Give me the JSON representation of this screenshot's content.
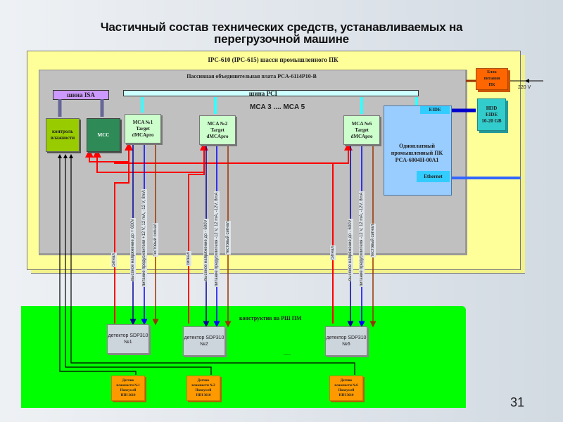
{
  "title": {
    "line1": "Частичный состав технических средств, устанавливаемых на",
    "line2": "перегрузочной машине"
  },
  "chassis": {
    "title": "IPC-610 (IPC-615) шасси промышленного ПК",
    "backplane_title": "Пассивная объединительная плата PCA-6114P10-B",
    "isa_bus": "шина ISA",
    "pci_bus": "шина PCI",
    "mca_range": "MCA 3 .... MCA 5"
  },
  "modules": {
    "control": [
      "контроль",
      "влажности"
    ],
    "mcc": "МСС",
    "mca": [
      {
        "lines": [
          "MCA №1",
          "Target",
          "dMCApro"
        ]
      },
      {
        "lines": [
          "MCA №2",
          "Target",
          "dMCApro"
        ]
      },
      {
        "lines": [
          "MCA №6",
          "Target",
          "dMCApro"
        ]
      }
    ],
    "sbpc": [
      "Одноплатный",
      "промышленный ПК",
      "PCA-6004H-00A1"
    ],
    "eide": "EIDE",
    "ethernet": "Ethernet",
    "psu": [
      "Блок",
      "питания",
      "ПК"
    ],
    "hdd": [
      "HDD",
      "EIDE",
      "10-20 GB"
    ],
    "voltage": "220 V"
  },
  "signals": {
    "signal": "сигнал",
    "hv": "высокое напряжение до + 600V",
    "hv_neg": "высокое напряжение до - 600V",
    "power_pos": "питание предусилителя +12 V, 12 mA, -12 V, 8mA",
    "power_neg": "питание предусилителя -12 V, 12 mA, -12V, 8mA",
    "test": "тестовый сигнал"
  },
  "field": {
    "title": "конструктив на РШ ПМ",
    "detectors": [
      {
        "lines": [
          "детектор SDP310",
          "№1"
        ]
      },
      {
        "lines": [
          "детектор SDP310",
          "№2"
        ]
      },
      {
        "lines": [
          "детектор SDP310",
          "№6"
        ]
      }
    ],
    "ellipsis": ".....",
    "sensors": [
      {
        "lines": [
          "Датчик",
          "влажности №1",
          "Honeywell",
          "HIH 3610"
        ]
      },
      {
        "lines": [
          "Датчик",
          "влажности №2",
          "Honeywell",
          "HIH 3610"
        ]
      },
      {
        "lines": [
          "Датчик",
          "влажности №6",
          "Honeywell",
          "HIH 3610"
        ]
      }
    ]
  },
  "page_number": "31",
  "colors": {
    "chassis": "#ffff99",
    "backplane": "#c0c0c0",
    "field": "#00ff00",
    "signal_wire": "#ff0000",
    "hv_wire": "#000099",
    "power_wire": "#0000ff",
    "test_wire": "#993300"
  }
}
